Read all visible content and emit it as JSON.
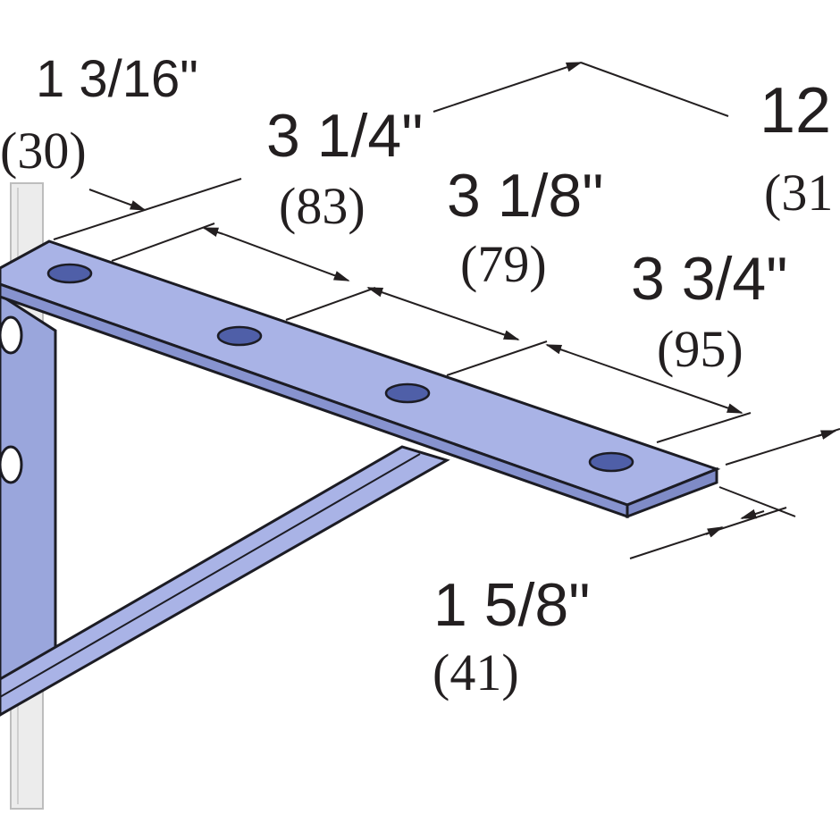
{
  "colors": {
    "bracket_fill": "#9aa6dc",
    "bracket_top": "#a9b3e6",
    "bracket_edge": "#1c1c24",
    "hole": "#4f5fa8",
    "channel": "#ececec",
    "line": "#231f20"
  },
  "dimensions": {
    "d1": {
      "imperial": "1 3/16\"",
      "metric": "(30)"
    },
    "d2": {
      "imperial": "3 1/4\"",
      "metric": "(83)"
    },
    "d3": {
      "imperial": "3 1/8\"",
      "metric": "(79)"
    },
    "d4": {
      "imperial": "3 3/4\"",
      "metric": "(95)"
    },
    "d5": {
      "imperial": "12",
      "metric": "(31"
    },
    "d6": {
      "imperial": "1 5/8\"",
      "metric": "(41)"
    }
  }
}
